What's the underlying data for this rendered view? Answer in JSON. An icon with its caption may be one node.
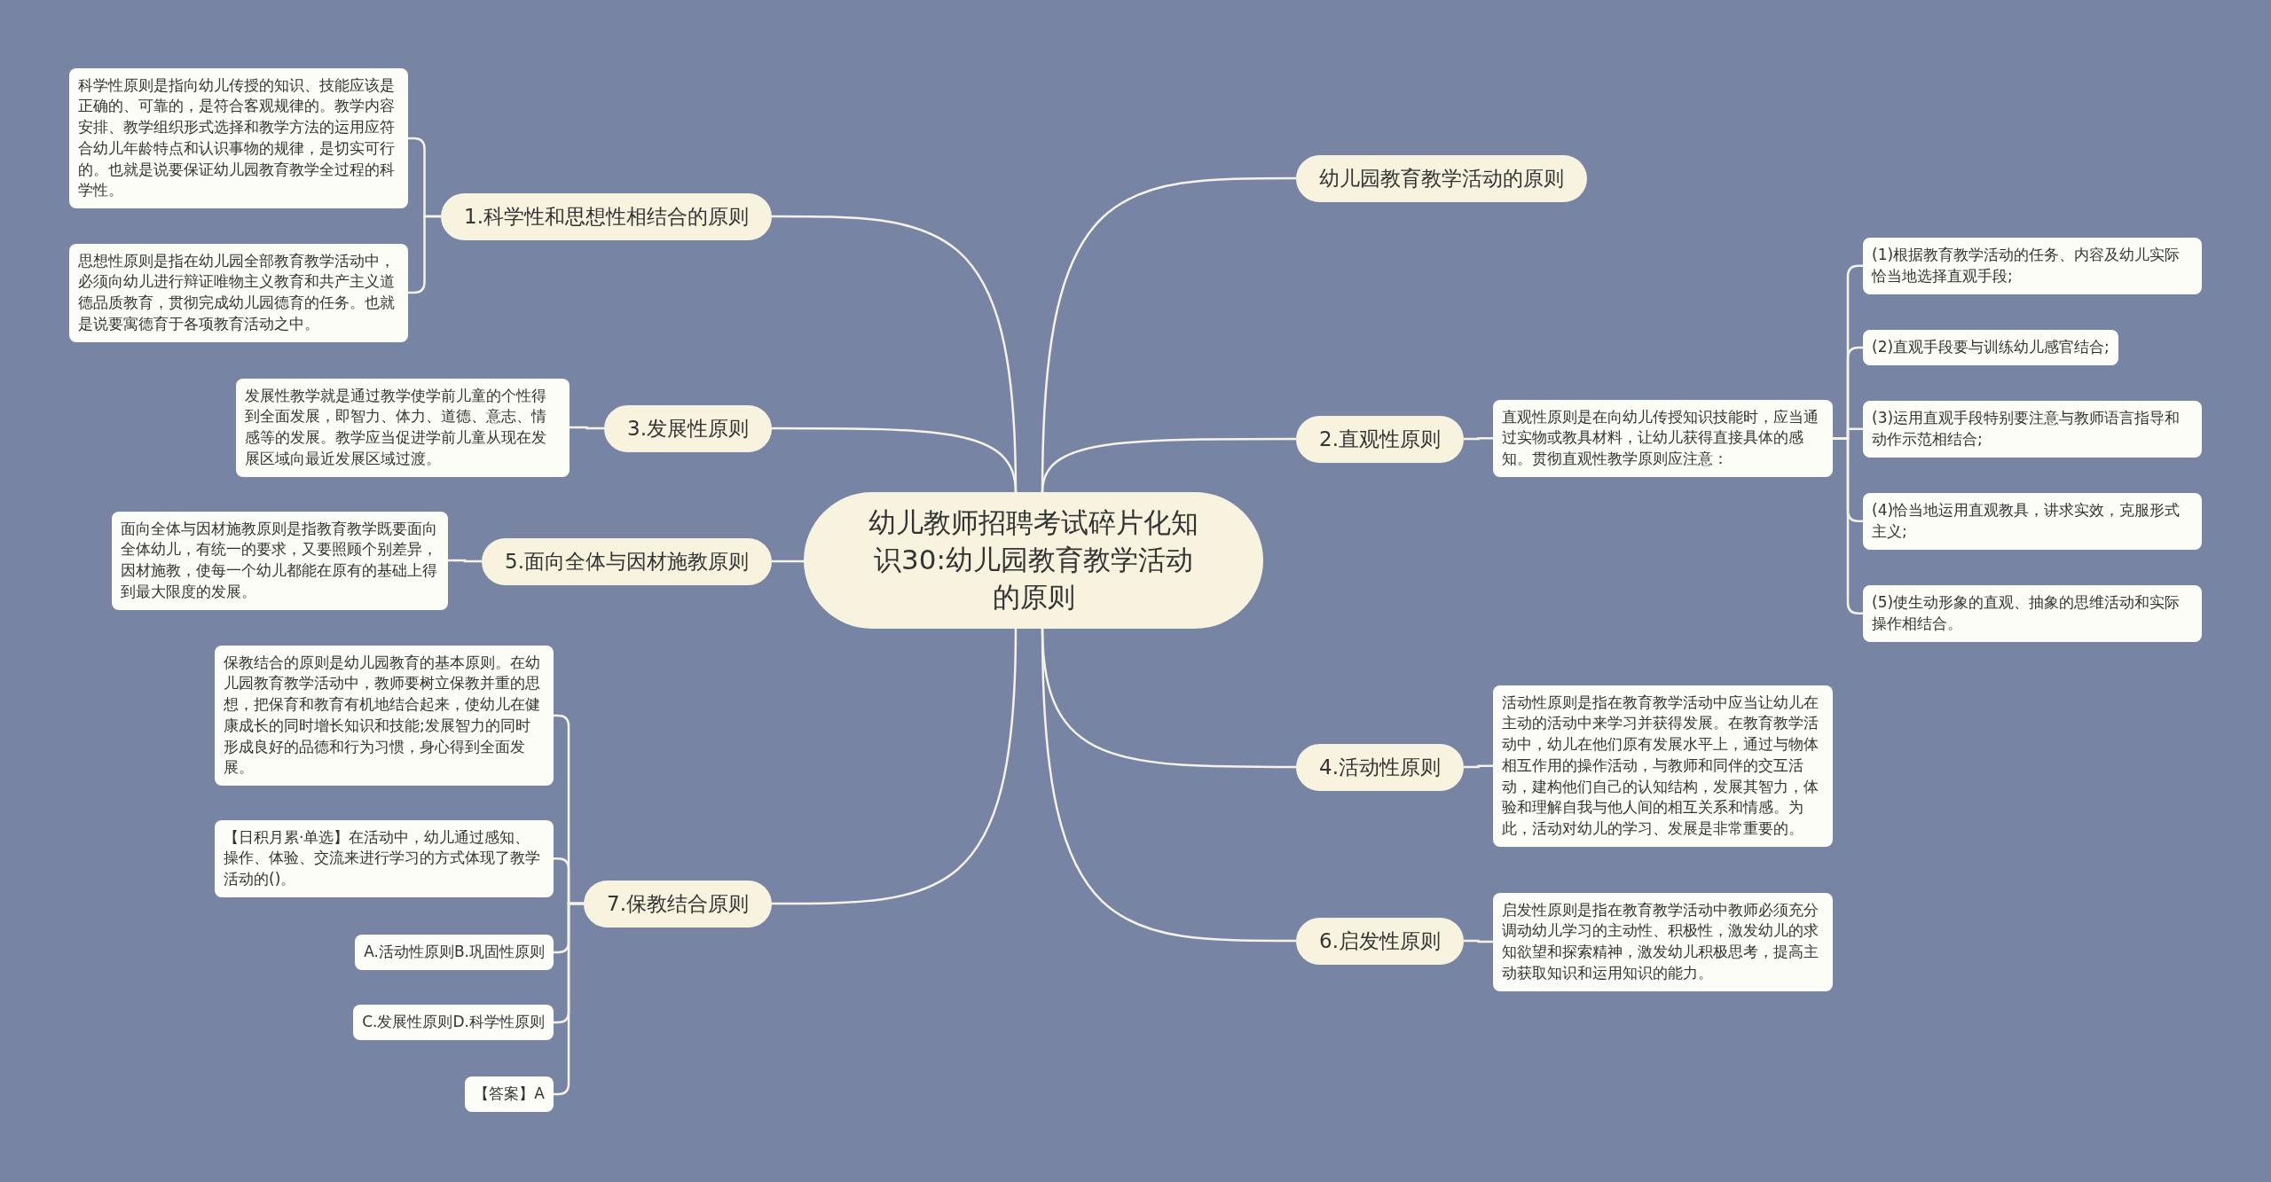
{
  "diagram": {
    "nodes": [
      {
        "text": [
          "幼儿教师招聘考试碎片化知识30:幼儿园教育教学活动的原则"
        ]
      },
      {
        "text": [
          "幼儿园教育教学活动的原则"
        ]
      },
      {
        "text": [
          "1.科学性和思想性相结合的原则"
        ]
      },
      {
        "text": [
          "科学性原则是指向幼儿传授的知识、技能应该是正确的、可靠的，是符合客观规律的。教学内容安排、教学组织形式选择和教学方法的运用应符合幼儿年龄特点和认识事物的规律，是切实可行的。也就是说要保证幼儿园教育教学全过程的科学性。"
        ]
      },
      {
        "text": [
          "思想性原则是指在幼儿园全部教育教学活动中，必须向幼儿进行辩证唯物主义教育和共产主义道德品质教育，贯彻完成幼儿园德育的任务。也就是说要寓德育于各项教育活动之中。"
        ]
      },
      {
        "text": [
          "2.直观性原则"
        ]
      },
      {
        "text": [
          "直观性原则是在向幼儿传授知识技能时，应当通过实物或教具材料，让幼儿获得直接具体的感知。贯彻直观性教学原则应注意："
        ]
      },
      {
        "text": [
          "(1)根据教育教学活动的任务、内容及幼儿实际恰当地选择直观手段;"
        ]
      },
      {
        "text": [
          "(2)直观手段要与训练幼儿感官结合;"
        ]
      },
      {
        "text": [
          "(3)运用直观手段特别要注意与教师语言指导和动作示范相结合;"
        ]
      },
      {
        "text": [
          "(4)恰当地运用直观教具，讲求实效，克服形式主义;"
        ]
      },
      {
        "text": [
          "(5)使生动形象的直观、抽象的思维活动和实际操作相结合。"
        ]
      },
      {
        "text": [
          "3.发展性原则"
        ]
      },
      {
        "text": [
          "发展性教学就是通过教学使学前儿童的个性得到全面发展，即智力、体力、道德、意志、情感等的发展。教学应当促进学前儿童从现在发展区域向最近发展区域过渡。"
        ]
      },
      {
        "text": [
          "4.活动性原则"
        ]
      },
      {
        "text": [
          "活动性原则是指在教育教学活动中应当让幼儿在主动的活动中来学习并获得发展。在教育教学活动中，幼儿在他们原有发展水平上，通过与物体相互作用的操作活动，与教师和同伴的交互活动，建构他们自己的认知结构，发展其智力，体验和理解自我与他人间的相互关系和情感。为此，活动对幼儿的学习、发展是非常重要的。"
        ]
      },
      {
        "text": [
          "5.面向全体与因材施教原则"
        ]
      },
      {
        "text": [
          "面向全体与因材施教原则是指教育教学既要面向全体幼儿，有统一的要求，又要照顾个别差异，因材施教，使每一个幼儿都能在原有的基础上得到最大限度的发展。"
        ]
      },
      {
        "text": [
          "6.启发性原则"
        ]
      },
      {
        "text": [
          "启发性原则是指在教育教学活动中教师必须充分调动幼儿学习的主动性、积极性，激发幼儿的求知欲望和探索精神，激发幼儿积极思考，提高主动获取知识和运用知识的能力。"
        ]
      },
      {
        "text": [
          "7.保教结合原则"
        ]
      },
      {
        "text": [
          "保教结合的原则是幼儿园教育的基本原则。在幼儿园教育教学活动中，教师要树立保教并重的思想，把保育和教育有机地结合起来，使幼儿在健康成长的同时增长知识和技能;发展智力的同时形成良好的品德和行为习惯，身心得到全面发展。"
        ]
      },
      {
        "text": [
          "【日积月累·单选】在活动中，幼儿通过感知、操作、体验、交流来进行学习的方式体现了教学活动的()。"
        ]
      },
      {
        "text": [
          "A.活动性原则B.巩固性原则"
        ]
      },
      {
        "text": [
          "C.发展性原则D.科学性原则"
        ]
      },
      {
        "text": [
          "【答案】A"
        ]
      }
    ],
    "edges": [
      {
        "from": 0,
        "to": 1,
        "arrow": "none"
      },
      {
        "from": 0,
        "to": 2,
        "arrow": "none"
      },
      {
        "from": 2,
        "to": 3,
        "arrow": "none"
      },
      {
        "from": 2,
        "to": 4,
        "arrow": "none"
      },
      {
        "from": 0,
        "to": 5,
        "arrow": "none"
      },
      {
        "from": 5,
        "to": 6,
        "arrow": "none"
      },
      {
        "from": 6,
        "to": 7,
        "arrow": "none"
      },
      {
        "from": 6,
        "to": 8,
        "arrow": "none"
      },
      {
        "from": 6,
        "to": 9,
        "arrow": "none"
      },
      {
        "from": 6,
        "to": 10,
        "arrow": "none"
      },
      {
        "from": 6,
        "to": 11,
        "arrow": "none"
      },
      {
        "from": 0,
        "to": 12,
        "arrow": "none"
      },
      {
        "from": 12,
        "to": 13,
        "arrow": "none"
      },
      {
        "from": 0,
        "to": 14,
        "arrow": "none"
      },
      {
        "from": 14,
        "to": 15,
        "arrow": "none"
      },
      {
        "from": 0,
        "to": 16,
        "arrow": "none"
      },
      {
        "from": 16,
        "to": 17,
        "arrow": "none"
      },
      {
        "from": 0,
        "to": 18,
        "arrow": "none"
      },
      {
        "from": 18,
        "to": 19,
        "arrow": "none"
      },
      {
        "from": 0,
        "to": 20,
        "arrow": "none"
      },
      {
        "from": 20,
        "to": 21,
        "arrow": "none"
      },
      {
        "from": 20,
        "to": 22,
        "arrow": "none"
      },
      {
        "from": 20,
        "to": 23,
        "arrow": "none"
      },
      {
        "from": 20,
        "to": 24,
        "arrow": "none"
      },
      {
        "from": 20,
        "to": 25,
        "arrow": "none"
      }
    ]
  }
}
